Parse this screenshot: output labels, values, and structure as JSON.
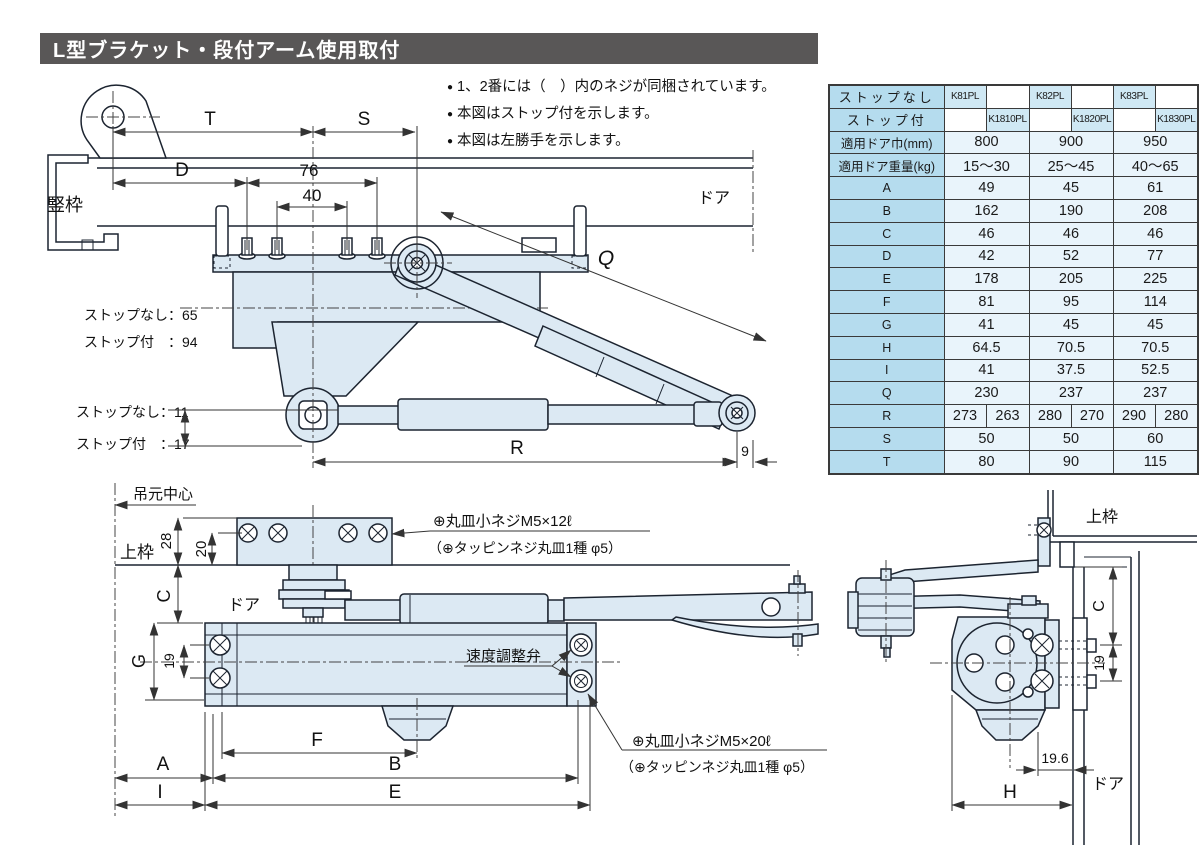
{
  "title": "L型ブラケット・段付アーム使用取付",
  "notes_bullet": "●",
  "notes": [
    "1、2番には（　）内のネジが同梱されています。",
    "本図はストップ付を示します。",
    "本図は左勝手を示します。"
  ],
  "colors": {
    "title_bg": "#595757",
    "table_label_bg": "#b5dcee",
    "table_model_bg": "#cfe8f4",
    "table_value_bg": "#e9f4fb",
    "part_fill": "#dce9f3",
    "line": "#1c2430"
  },
  "table": {
    "header": {
      "row1_label": "ストップなし",
      "row2_label": "ストップ付",
      "row1_models": {
        "m1": "K81PL",
        "m2": "K82PL",
        "m3": "K83PL"
      },
      "row2_models": {
        "m1": "K1810PL",
        "m2": "K1820PL",
        "m3": "K1830PL"
      }
    },
    "rows": [
      {
        "label": "適用ドア巾(mm)",
        "v1": "800",
        "v2": "900",
        "v3": "950"
      },
      {
        "label": "適用ドア重量(kg)",
        "v1": "15〜30",
        "v2": "25〜45",
        "v3": "40〜65"
      },
      {
        "label": "A",
        "v1": "49",
        "v2": "45",
        "v3": "61"
      },
      {
        "label": "B",
        "v1": "162",
        "v2": "190",
        "v3": "208"
      },
      {
        "label": "C",
        "v1": "46",
        "v2": "46",
        "v3": "46"
      },
      {
        "label": "D",
        "v1": "42",
        "v2": "52",
        "v3": "77"
      },
      {
        "label": "E",
        "v1": "178",
        "v2": "205",
        "v3": "225"
      },
      {
        "label": "F",
        "v1": "81",
        "v2": "95",
        "v3": "114"
      },
      {
        "label": "G",
        "v1": "41",
        "v2": "45",
        "v3": "45"
      },
      {
        "label": "H",
        "v1": "64.5",
        "v2": "70.5",
        "v3": "70.5"
      },
      {
        "label": "I",
        "v1": "41",
        "v2": "37.5",
        "v3": "52.5"
      },
      {
        "label": "Q",
        "v1": "230",
        "v2": "237",
        "v3": "237"
      }
    ],
    "row_r": {
      "label": "R",
      "v1a": "273",
      "v1b": "263",
      "v2a": "280",
      "v2b": "270",
      "v3a": "290",
      "v3b": "280"
    },
    "rows_after_r": [
      {
        "label": "S",
        "v1": "50",
        "v2": "50",
        "v3": "60"
      },
      {
        "label": "T",
        "v1": "80",
        "v2": "90",
        "v3": "115"
      }
    ]
  },
  "top": {
    "frame_label": "竪枠",
    "door_label": "ドア",
    "dim_t": "T",
    "dim_s": "S",
    "dim_d": "D",
    "dim_76": "76",
    "dim_40": "40",
    "dim_q": "Q",
    "dim_r": "R",
    "dim_9": "9",
    "stop_none_center": "ストップなし：65",
    "stop_with_center": "ストップ付　：94",
    "stop_none_bottom": "ストップなし：11",
    "stop_with_bottom": "ストップ付　：17"
  },
  "bottom_left": {
    "hinge_center_label": "吊元中心",
    "top_frame_label": "上枠",
    "door_label": "ドア",
    "dim_28": "28",
    "dim_20": "20",
    "dim_c": "C",
    "dim_g": "G",
    "dim_19": "19",
    "dim_a": "A",
    "dim_b": "B",
    "dim_e": "E",
    "dim_f": "F",
    "dim_i": "I",
    "valve_label": "速度調整弁",
    "screw_note1": "⊕丸皿小ネジM5×12ℓ",
    "screw_note1_sub": "（⊕タッピンネジ丸皿1種 φ5）",
    "screw_note2": "⊕丸皿小ネジM5×20ℓ",
    "screw_note2_sub": "（⊕タッピンネジ丸皿1種 φ5）"
  },
  "bottom_right": {
    "top_frame_label": "上枠",
    "door_label": "ドア",
    "dim_c": "C",
    "dim_19": "19",
    "dim_19_6": "19.6",
    "dim_h": "H"
  }
}
